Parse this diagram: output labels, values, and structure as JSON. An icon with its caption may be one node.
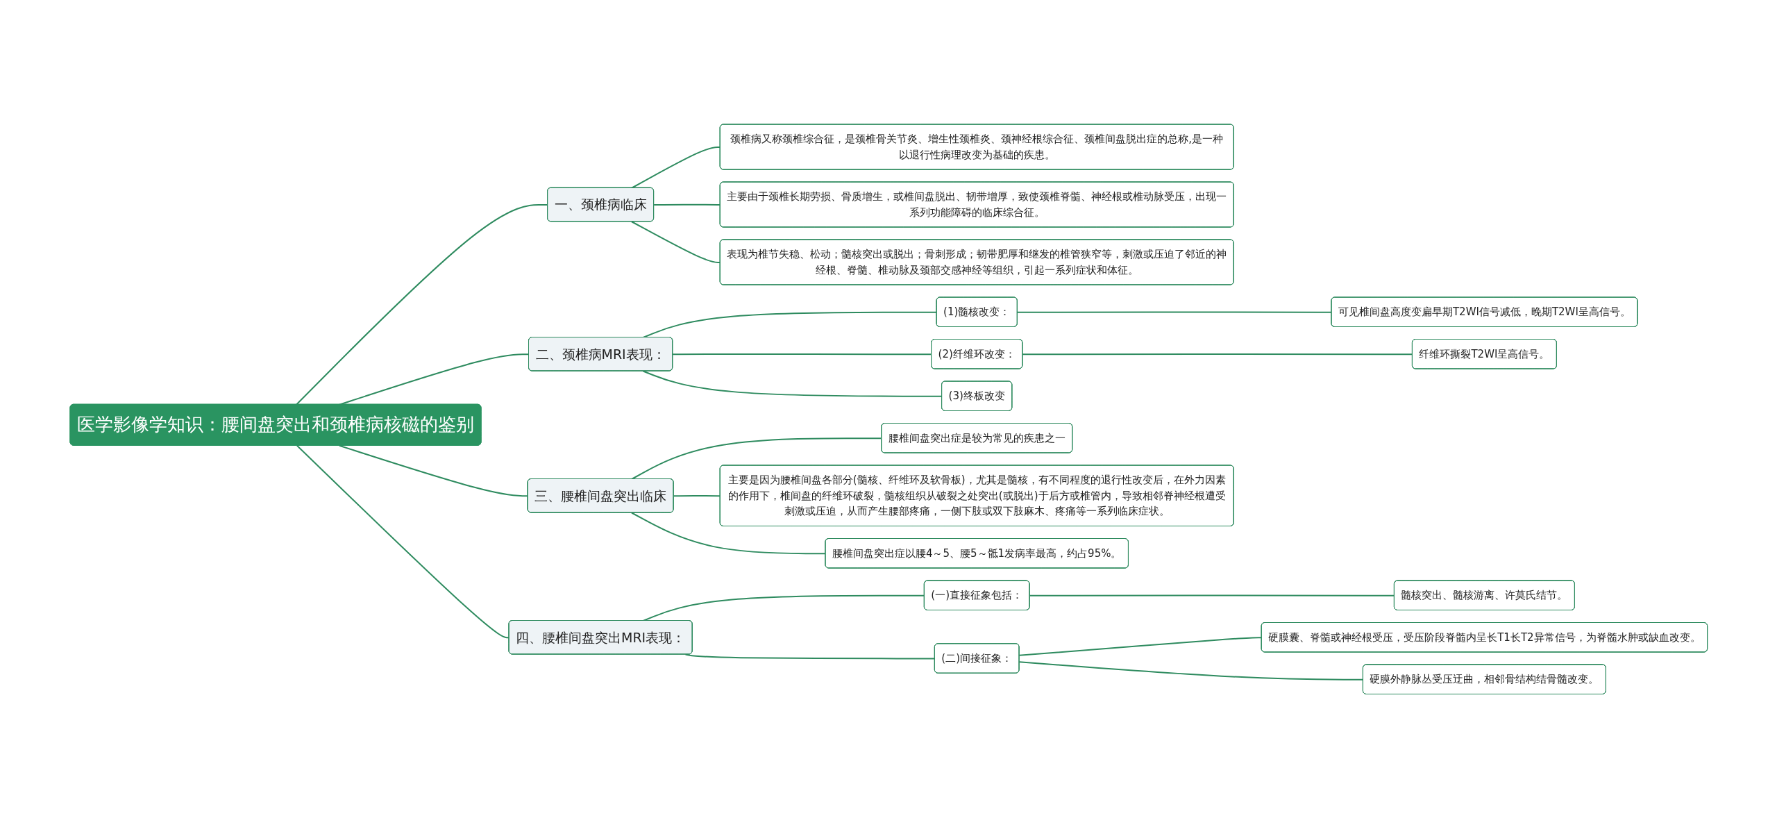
{
  "diagram": {
    "nodes": [
      {
        "text": [
          "医学影像学知识：腰间盘突出和颈椎病核磁的鉴别"
        ]
      },
      {
        "text": [
          "一、颈椎病临床"
        ]
      },
      {
        "text": [
          "颈椎病又称颈椎综合征，是颈椎骨关节炎、增生性颈椎炎、颈神经根综合征、颈椎间盘脱出症的总称,是一种以退行性病理改变为基础的疾患。"
        ]
      },
      {
        "text": [
          "主要由于颈椎长期劳损、骨质增生，或椎间盘脱出、韧带增厚，致使颈椎脊髓、神经根或椎动脉受压，出现一系列功能障碍的临床综合征。"
        ]
      },
      {
        "text": [
          "表现为椎节失稳、松动；髓核突出或脱出；骨刺形成；韧带肥厚和继发的椎管狭窄等，刺激或压迫了邻近的神经根、脊髓、椎动脉及颈部交感神经等组织，引起一系列症状和体征。"
        ]
      },
      {
        "text": [
          "二、颈椎病MRI表现："
        ]
      },
      {
        "text": [
          "(1)髓核改变："
        ]
      },
      {
        "text": [
          "可见椎间盘高度变扁早期T2WI信号减低，晚期T2WI呈高信号。"
        ]
      },
      {
        "text": [
          "(2)纤维环改变："
        ]
      },
      {
        "text": [
          "纤维环撕裂T2WI呈高信号。"
        ]
      },
      {
        "text": [
          "(3)终板改变"
        ]
      },
      {
        "text": [
          "三、腰椎间盘突出临床"
        ]
      },
      {
        "text": [
          "腰椎间盘突出症是较为常见的疾患之一"
        ]
      },
      {
        "text": [
          "主要是因为腰椎间盘各部分(髓核、纤维环及软骨板)，尤其是髓核，有不同程度的退行性改变后，在外力因素的作用下，椎间盘的纤维环破裂，髓核组织从破裂之处突出(或脱出)于后方或椎管内，导致相邻脊神经根遭受刺激或压迫，从而产生腰部疼痛，一侧下肢或双下肢麻木、疼痛等一系列临床症状。"
        ]
      },
      {
        "text": [
          "腰椎间盘突出症以腰4～5、腰5～骶1发病率最高，约占95%。"
        ]
      },
      {
        "text": [
          "四、腰椎间盘突出MRI表现："
        ]
      },
      {
        "text": [
          "(一)直接征象包括："
        ]
      },
      {
        "text": [
          "髓核突出、髓核游离、许莫氏结节。"
        ]
      },
      {
        "text": [
          "(二)间接征象："
        ]
      },
      {
        "text": [
          "硬膜囊、脊髓或神经根受压，受压阶段脊髓内呈长T1长T2异常信号，为脊髓水肿或缺血改变。"
        ]
      },
      {
        "text": [
          "硬膜外静脉丛受压迂曲，相邻骨结构结骨髓改变。"
        ]
      }
    ],
    "edges": [
      {
        "from": 0,
        "to": 1,
        "arrow": "none"
      },
      {
        "from": 1,
        "to": 2,
        "arrow": "none"
      },
      {
        "from": 1,
        "to": 3,
        "arrow": "none"
      },
      {
        "from": 1,
        "to": 4,
        "arrow": "none"
      },
      {
        "from": 0,
        "to": 5,
        "arrow": "none"
      },
      {
        "from": 5,
        "to": 6,
        "arrow": "none"
      },
      {
        "from": 6,
        "to": 7,
        "arrow": "none"
      },
      {
        "from": 5,
        "to": 8,
        "arrow": "none"
      },
      {
        "from": 8,
        "to": 9,
        "arrow": "none"
      },
      {
        "from": 5,
        "to": 10,
        "arrow": "none"
      },
      {
        "from": 0,
        "to": 11,
        "arrow": "none"
      },
      {
        "from": 11,
        "to": 12,
        "arrow": "none"
      },
      {
        "from": 11,
        "to": 13,
        "arrow": "none"
      },
      {
        "from": 11,
        "to": 14,
        "arrow": "none"
      },
      {
        "from": 0,
        "to": 15,
        "arrow": "none"
      },
      {
        "from": 15,
        "to": 16,
        "arrow": "none"
      },
      {
        "from": 16,
        "to": 17,
        "arrow": "none"
      },
      {
        "from": 15,
        "to": 18,
        "arrow": "none"
      },
      {
        "from": 18,
        "to": 19,
        "arrow": "none"
      },
      {
        "from": 18,
        "to": 20,
        "arrow": "none"
      }
    ]
  }
}
